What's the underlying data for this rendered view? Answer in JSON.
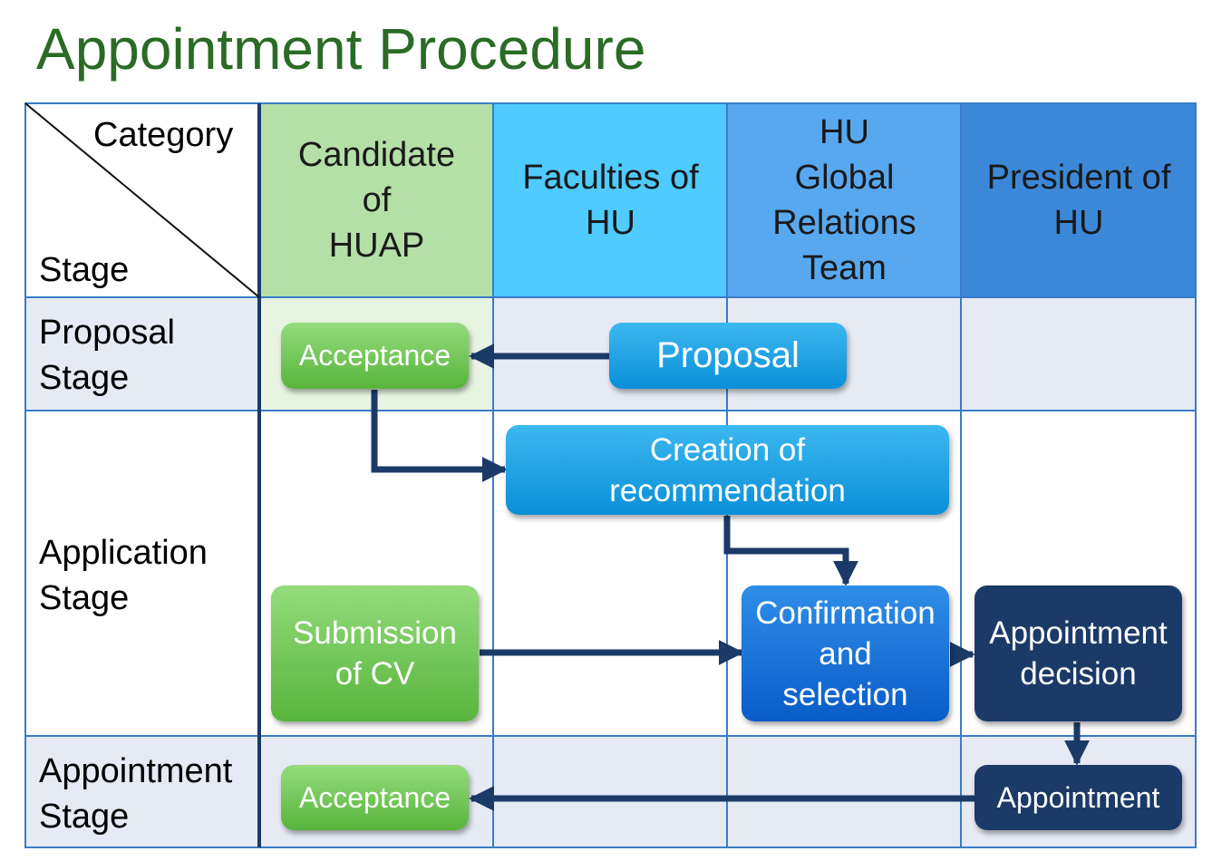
{
  "title": "Appointment Procedure",
  "header": {
    "corner_top": "Category",
    "corner_bottom": "Stage",
    "columns": [
      "Candidate\nof\nHUAP",
      "Faculties of\nHU",
      "HU\nGlobal\nRelations\nTeam",
      "President of\nHU"
    ]
  },
  "stages": [
    "Proposal\nStage",
    "Application\nStage",
    "Appointment\nStage"
  ],
  "steps": {
    "acceptance_1": "Acceptance",
    "proposal": "Proposal",
    "creation": "Creation of\nrecommendation",
    "submission": "Submission\nof CV",
    "confirmation": "Confirmation\nand\nselection",
    "decision": "Appointment\ndecision",
    "appointment": "Appointment",
    "acceptance_2": "Acceptance"
  },
  "colors": {
    "title": "#2a6b25",
    "grid": "#3a7cc8",
    "col_candidate": "#b4e0a8",
    "col_faculties": "#4fcbff",
    "col_global": "#58a8f0",
    "col_president": "#3c88d8",
    "row_shade": "#e6eaf4",
    "arrow": "#1b3a68"
  }
}
